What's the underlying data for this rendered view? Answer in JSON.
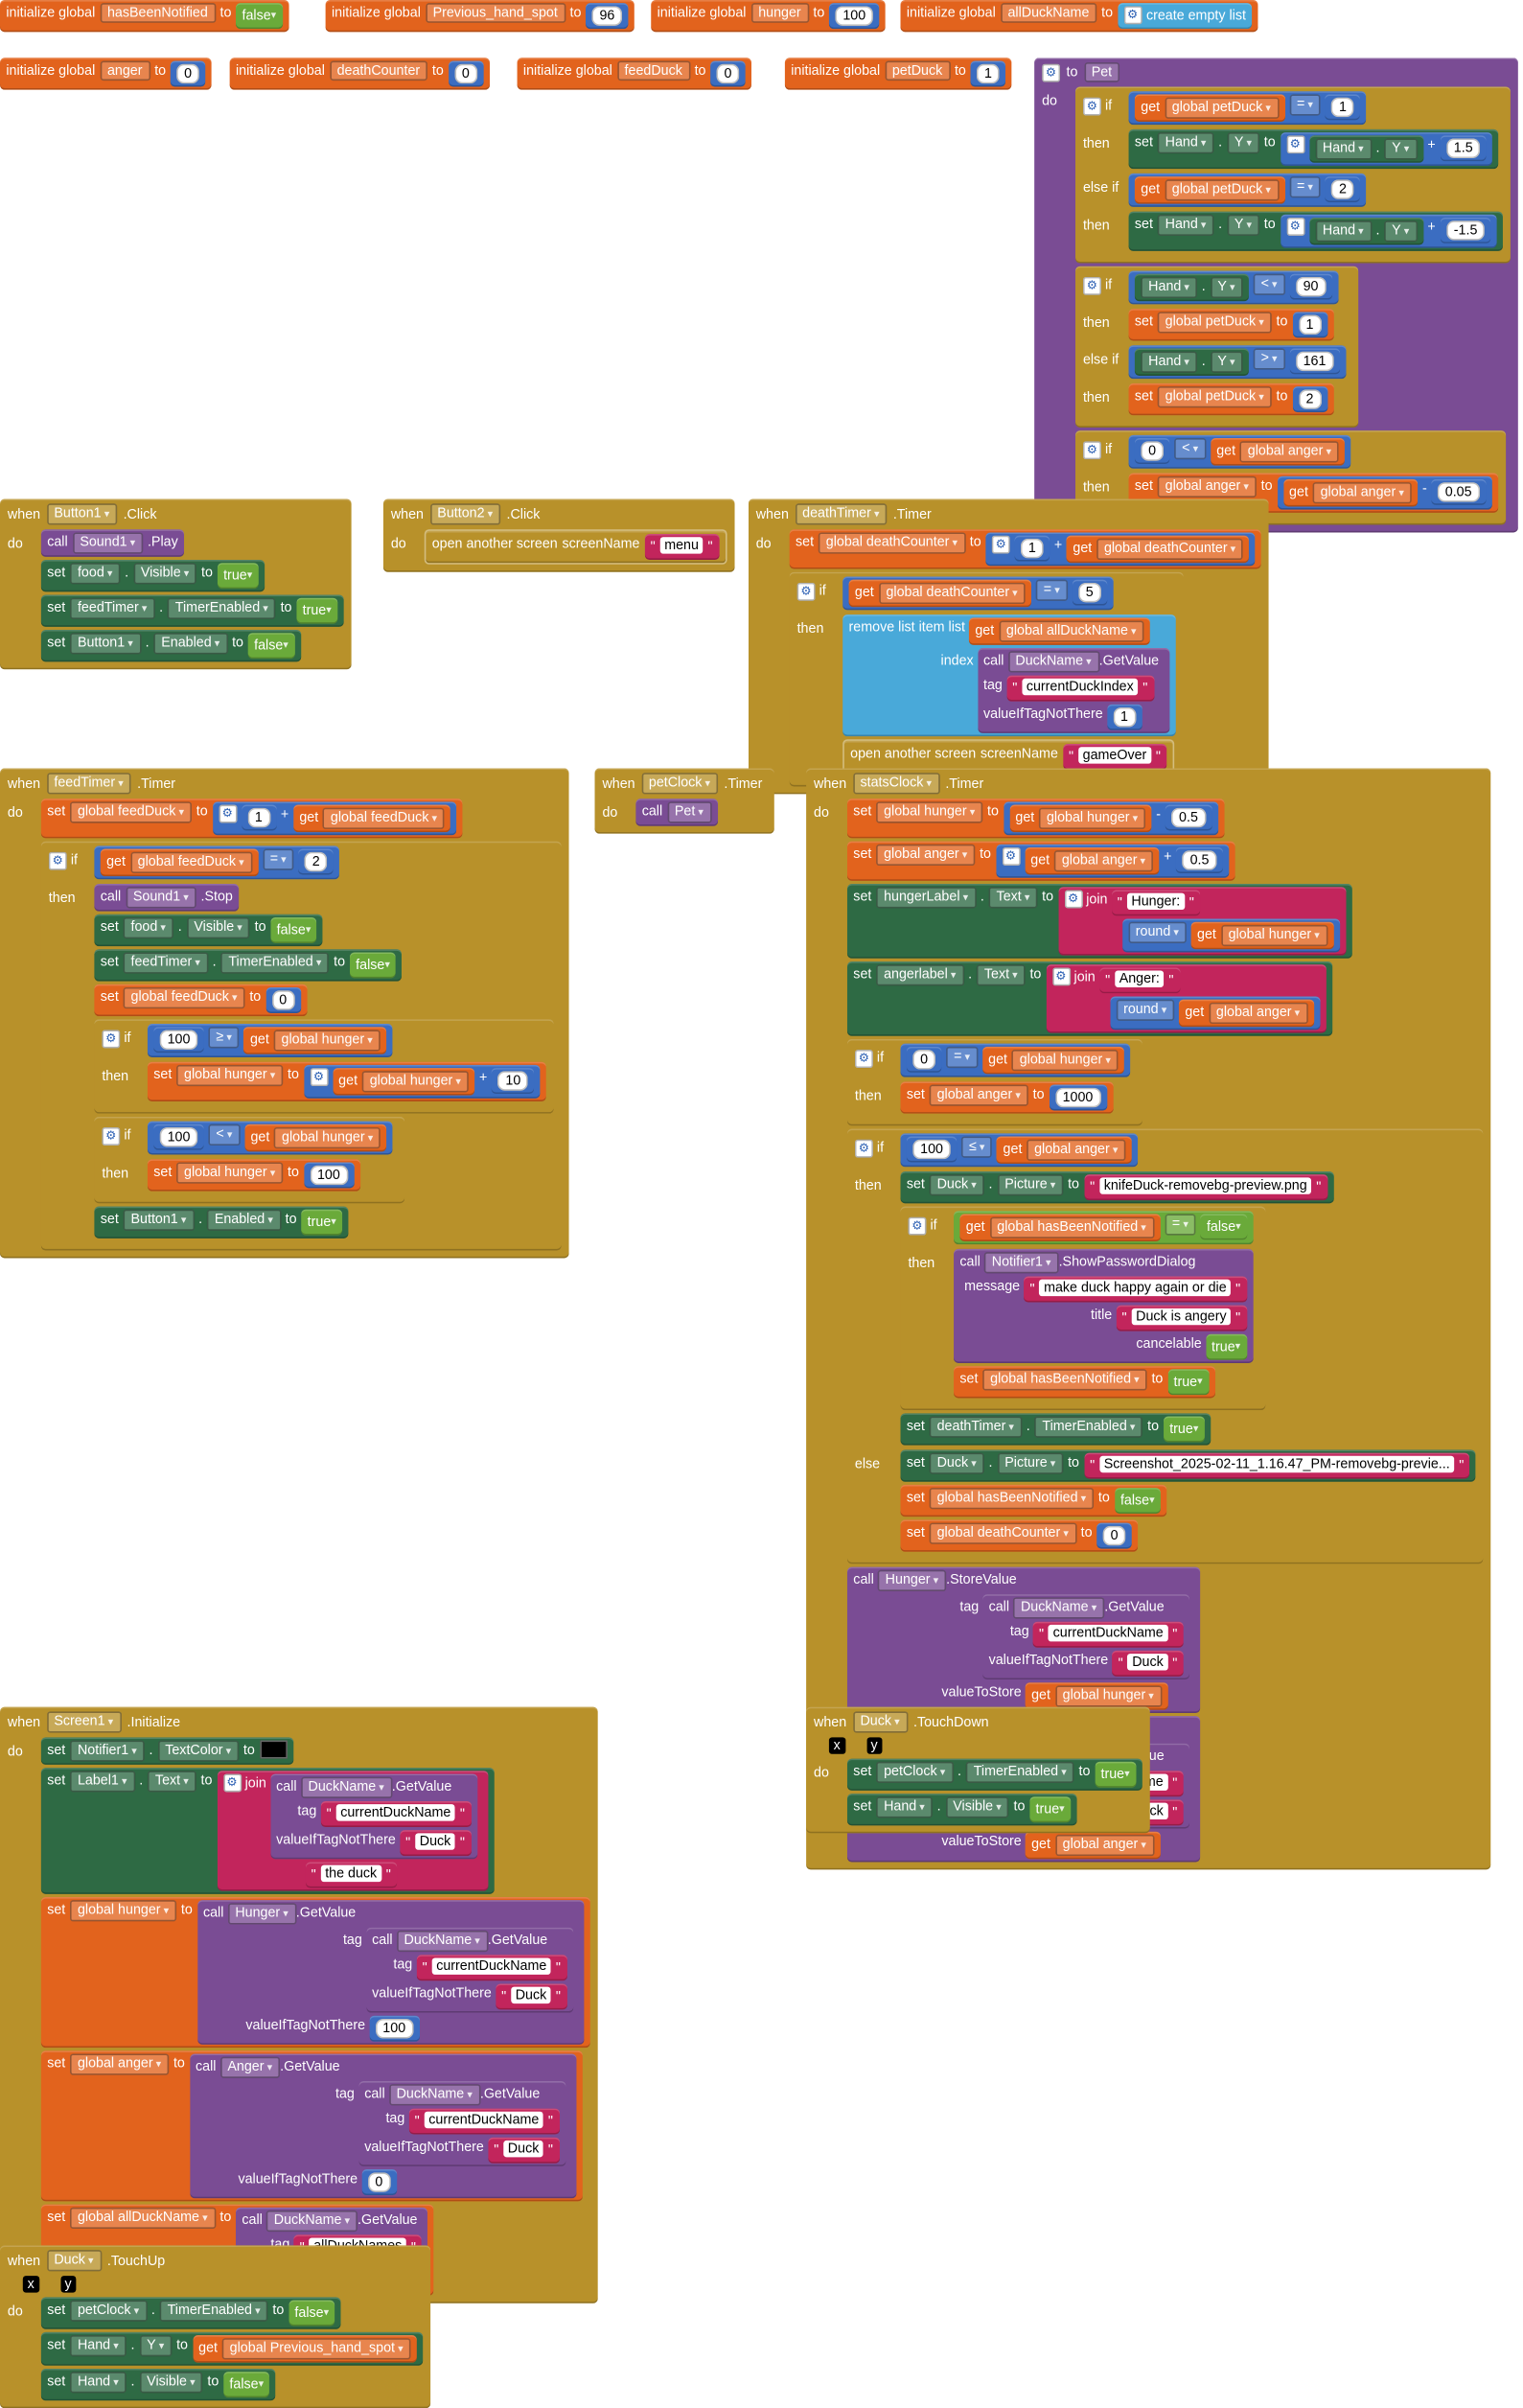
{
  "kw": {
    "initialize_global": "initialize global",
    "to": "to",
    "when": "when",
    "do": "do",
    "call": "call",
    "set": "set",
    "get": "get",
    "if": "if",
    "then": "then",
    "else_if": "else if",
    "else": "else",
    "join": "join",
    "round": "round",
    "index": "index",
    "list": "list",
    "tag": "tag",
    "value_if_tag_not_there": "valueIfTagNotThere",
    "value_to_store": "valueToStore",
    "message": "message",
    "title": "title",
    "cancelable": "cancelable",
    "screen_name": "screenName",
    "create_empty_list": "create empty list",
    "remove_list_item": "remove list item",
    "open_another_screen": "open another screen",
    "get_value": ".GetValue",
    "store_value": ".StoreValue",
    "timer": ".Timer",
    "click": ".Click",
    "initialize": ".Initialize",
    "touch_down": ".TouchDown",
    "touch_up": ".TouchUp",
    "play": ".Play",
    "stop": ".Stop",
    "show_password_dialog": ".ShowPasswordDialog",
    "dot": ".",
    "plus": "+",
    "minus": "-",
    "eq": "=",
    "lt": "<",
    "gt": ">",
    "ge": "≥",
    "le": "≤",
    "x": "x",
    "y": "y",
    "quote": "\""
  },
  "vars": {
    "hasBeenNotified": "hasBeenNotified",
    "Previous_hand_spot": "Previous_hand_spot",
    "hunger": "hunger",
    "allDuckName": "allDuckName",
    "anger": "anger",
    "deathCounter": "deathCounter",
    "feedDuck": "feedDuck",
    "petDuck": "petDuck",
    "allDuckNames": "allDuckNames",
    "g_petDuck": "global petDuck",
    "g_hunger": "global hunger",
    "g_anger": "global anger",
    "g_deathCounter": "global deathCounter",
    "g_feedDuck": "global feedDuck",
    "g_allDuckName": "global allDuckName",
    "g_hasBeenNotified": "global hasBeenNotified",
    "g_prev": "global Previous_hand_spot"
  },
  "comp": {
    "Hand": "Hand",
    "Y": "Y",
    "Visible": "Visible",
    "Button1": "Button1",
    "Button2": "Button2",
    "Sound1": "Sound1",
    "food": "food",
    "feedTimer": "feedTimer",
    "TimerEnabled": "TimerEnabled",
    "Enabled": "Enabled",
    "deathTimer": "deathTimer",
    "DuckName": "DuckName",
    "petClock": "petClock",
    "statsClock": "statsClock",
    "hungerLabel": "hungerLabel",
    "angerlabel": "angerlabel",
    "Text": "Text",
    "Duck": "Duck",
    "Picture": "Picture",
    "Notifier1": "Notifier1",
    "Hunger": "Hunger",
    "Anger": "Anger",
    "Screen1": "Screen1",
    "TextColor": "TextColor",
    "Label1": "Label1",
    "Pet": "Pet"
  },
  "vals": {
    "false": "false",
    "true": "true",
    "n96": "96",
    "n100": "100",
    "n0": "0",
    "n1": "1",
    "n2": "2",
    "n1_5": "1.5",
    "n_m1_5": "-1.5",
    "n90": "90",
    "n161": "161",
    "n0_05": "0.05",
    "n5": "5",
    "n10": "10",
    "n0_5": "0.5",
    "n1000": "1000",
    "s_menu": "menu",
    "s_gameOver": "gameOver",
    "s_currentDuckIndex": "currentDuckIndex",
    "s_Hunger": "Hunger: ",
    "s_Anger": "Anger: ",
    "s_knife": "knifeDuck-removebg-preview.png",
    "s_make": "make duck happy again or die",
    "s_angery": "Duck is angery",
    "s_screenshot": "Screenshot_2025-02-11_1.16.47_PM-removebg-previe...",
    "s_currentDuckName": "currentDuckName",
    "s_Duck": "Duck",
    "s_theduck": " the duck",
    "s_allDuckNames": "allDuckNames",
    "s_empty": " "
  },
  "colors": {
    "variable": "#e2631d",
    "event": "#b8912a",
    "component": "#2e6a44",
    "math": "#3b6dc1",
    "logic": "#6aaa3a",
    "text": "#c2255c",
    "list": "#49a9d9",
    "procedure": "#7a4c94"
  },
  "icons": [
    "gear-icon",
    "dropdown-arrow-icon",
    "color-swatch-icon"
  ]
}
